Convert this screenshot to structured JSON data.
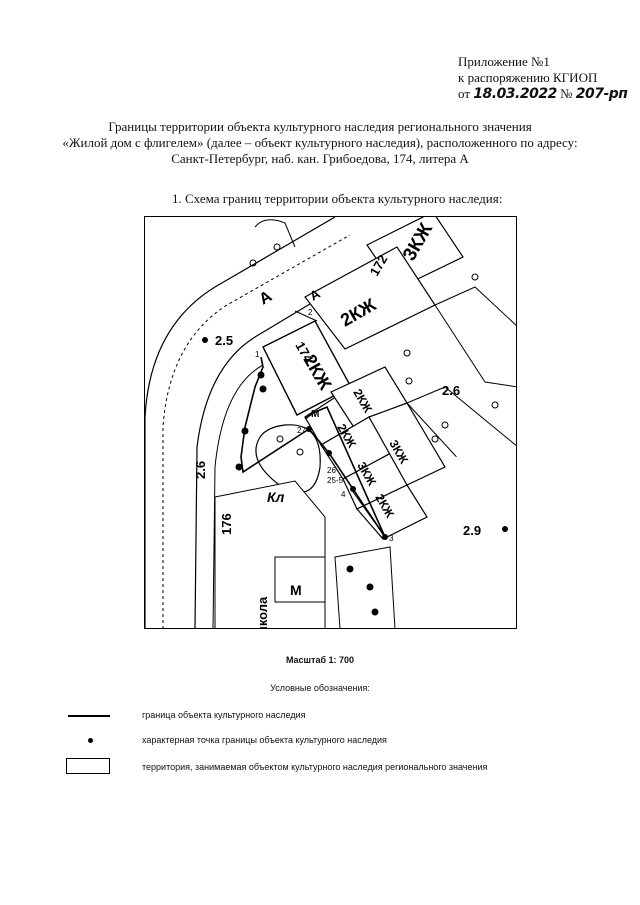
{
  "appendix": {
    "line1": "Приложение №1",
    "line2": "к распоряжению КГИОП",
    "from_prefix": "от",
    "date": "18.03.2022",
    "number_prefix": "№",
    "number": "207-рп"
  },
  "title": {
    "line1": "Границы территории объекта культурного наследия регионального значения",
    "line2": "«Жилой дом с флигелем» (далее – объект культурного наследия), расположенного по адресу:",
    "line3": "Санкт-Петербург, наб. кан. Грибоедова, 174, литера А"
  },
  "section_heading": "1.   Схема границ территории объекта культурного наследия:",
  "map": {
    "building_labels": [
      "3КЖ",
      "172",
      "2КЖ",
      "174",
      "2КЖ",
      "2КЖ",
      "2КЖ",
      "3КЖ",
      "3КЖ",
      "2КЖ",
      "М",
      "М",
      "Кл",
      "176"
    ],
    "street_letters": [
      "А",
      "А"
    ],
    "elevations": [
      "2.5",
      "2.6",
      "2.6",
      "2.9"
    ],
    "vertical_text": "школа",
    "point_labels": [
      "1",
      "2",
      "27",
      "26",
      "25-5",
      "4",
      "3"
    ]
  },
  "scale": "Масштаб 1: 700",
  "legend": {
    "title": "Условные обозначения:",
    "items": [
      {
        "symbol": "line",
        "text": "граница объекта культурного наследия"
      },
      {
        "symbol": "dot",
        "text": "характерная точка границы объекта культурного наследия"
      },
      {
        "symbol": "box",
        "text": "территория, занимаемая объектом культурного наследия регионального значения"
      }
    ]
  }
}
